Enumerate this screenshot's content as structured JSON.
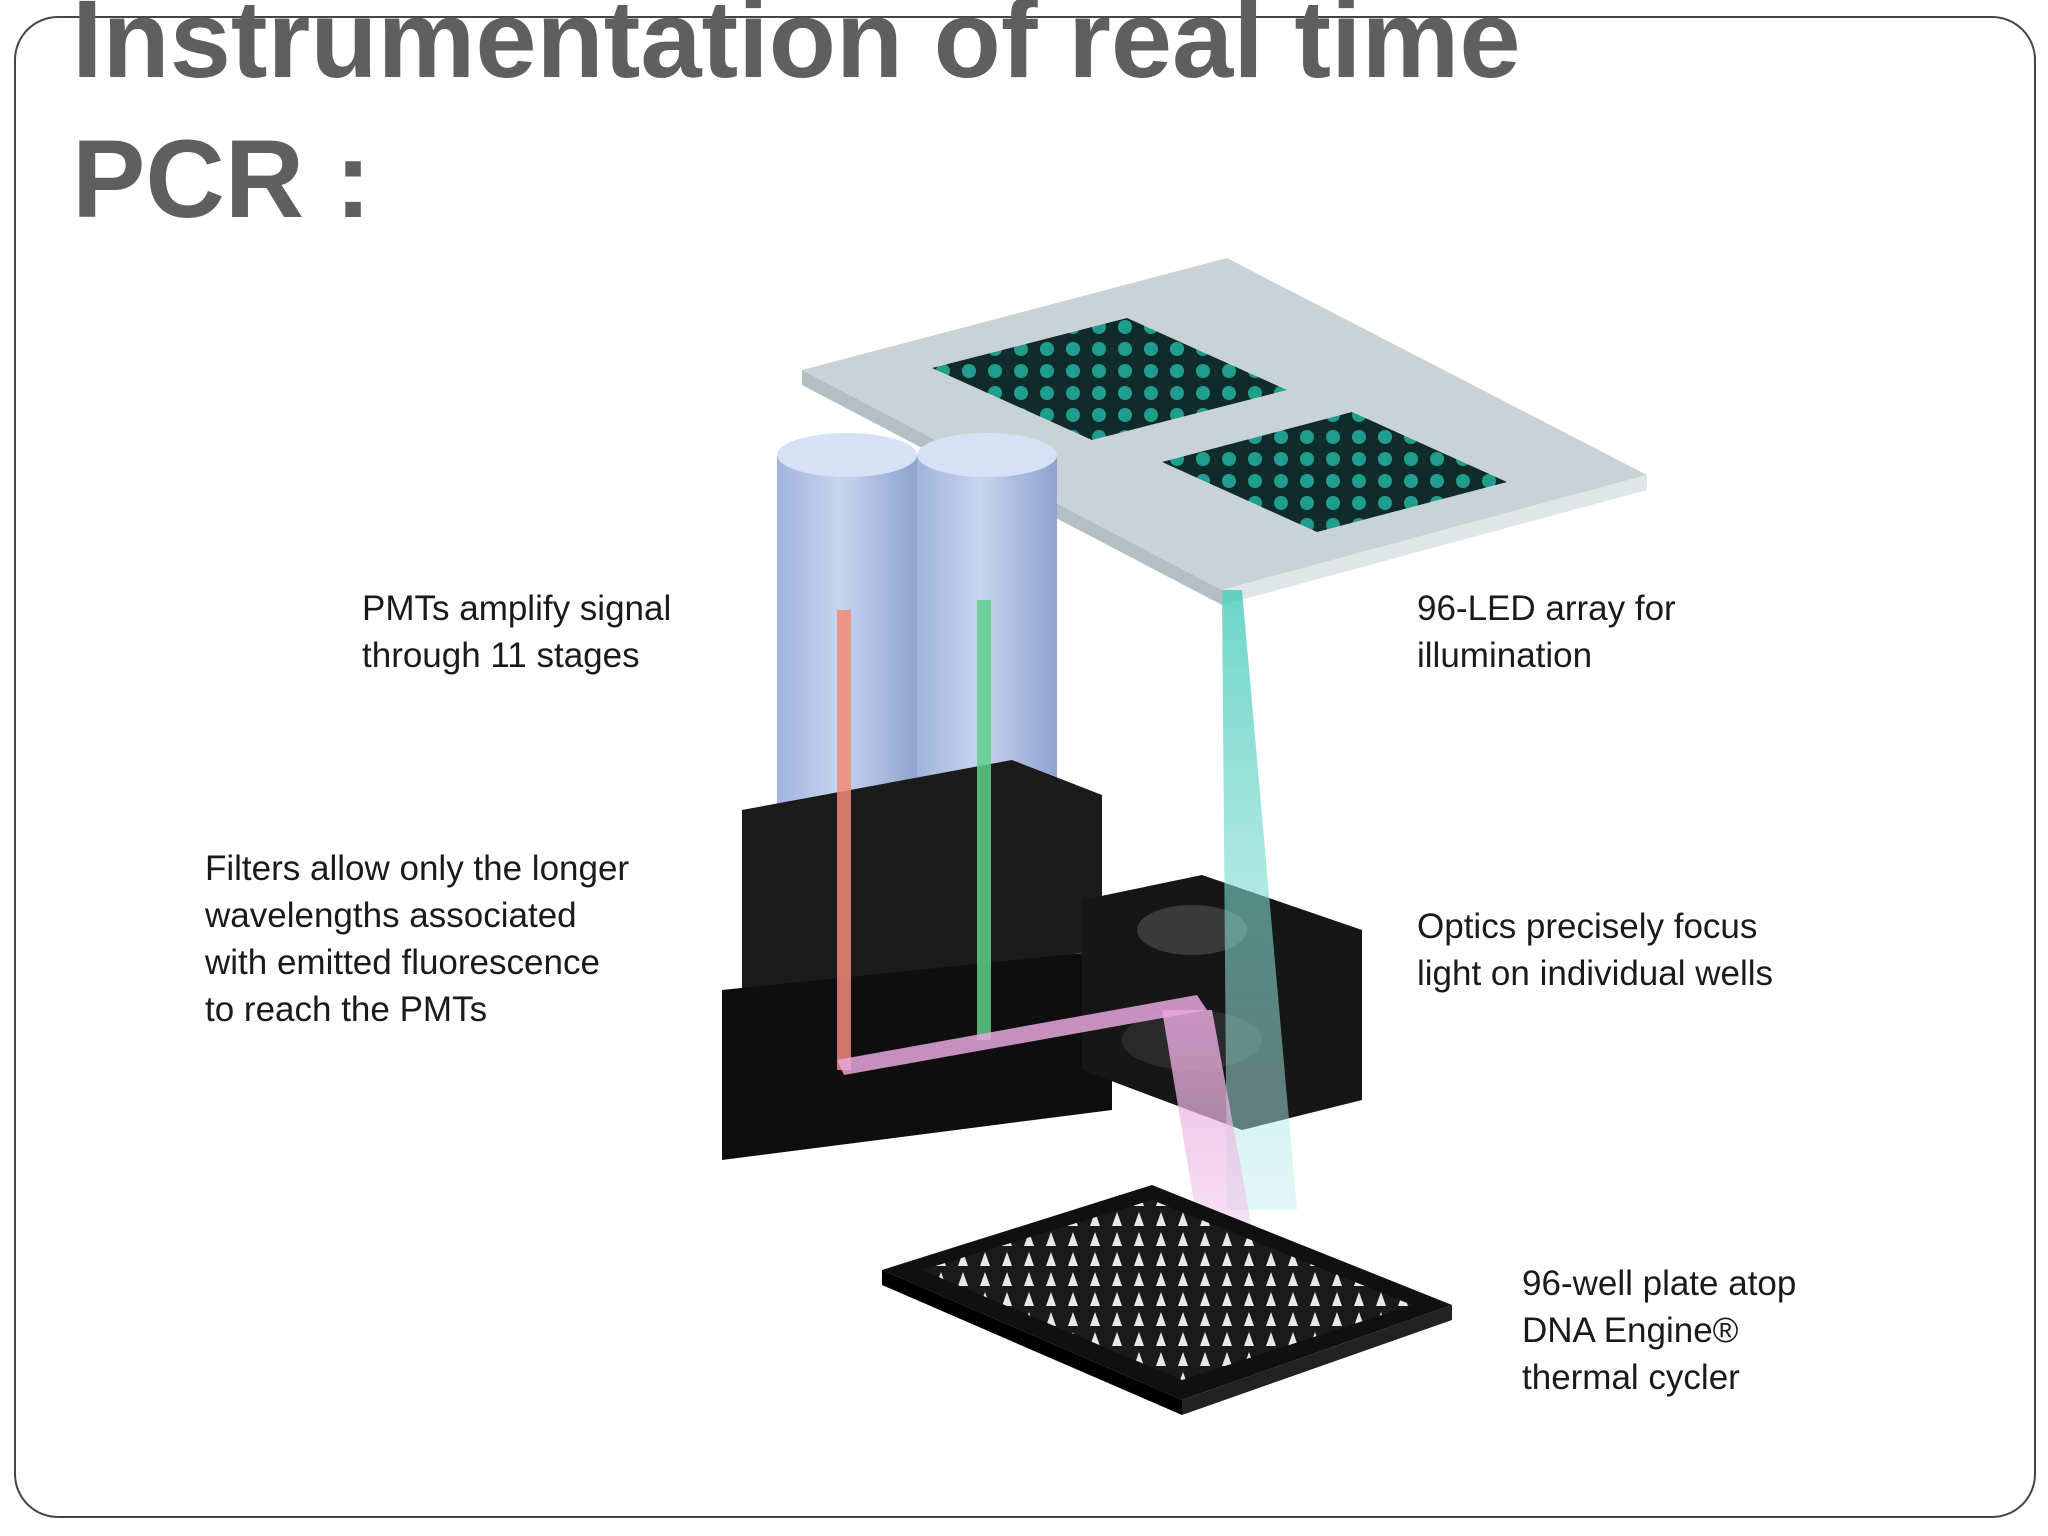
{
  "slide": {
    "title_lines": [
      "Instrumentation of real time",
      "PCR :"
    ]
  },
  "labels": {
    "pmt": [
      "PMTs amplify signal",
      "through 11 stages"
    ],
    "led": [
      "96-LED array for",
      "illumination"
    ],
    "filters": [
      "Filters allow only the longer",
      "wavelengths associated",
      "with emitted fluorescence",
      "to reach the PMTs"
    ],
    "optics": [
      "Optics precisely focus",
      "light on individual wells"
    ],
    "plate": [
      "96-well plate atop",
      "DNA Engine®",
      "thermal cycler"
    ]
  },
  "colors": {
    "title": "#5f5f5f",
    "led_panel": "#c9d3d6",
    "led_well": "#1f9d8e",
    "pmt_tube": "#a9bde3",
    "housing": "#141414",
    "red_beam": "#f08a78",
    "green_beam": "#5fd08a",
    "pink_beam": "#e7a6dc",
    "cyan_beam": "#29b3a5"
  }
}
